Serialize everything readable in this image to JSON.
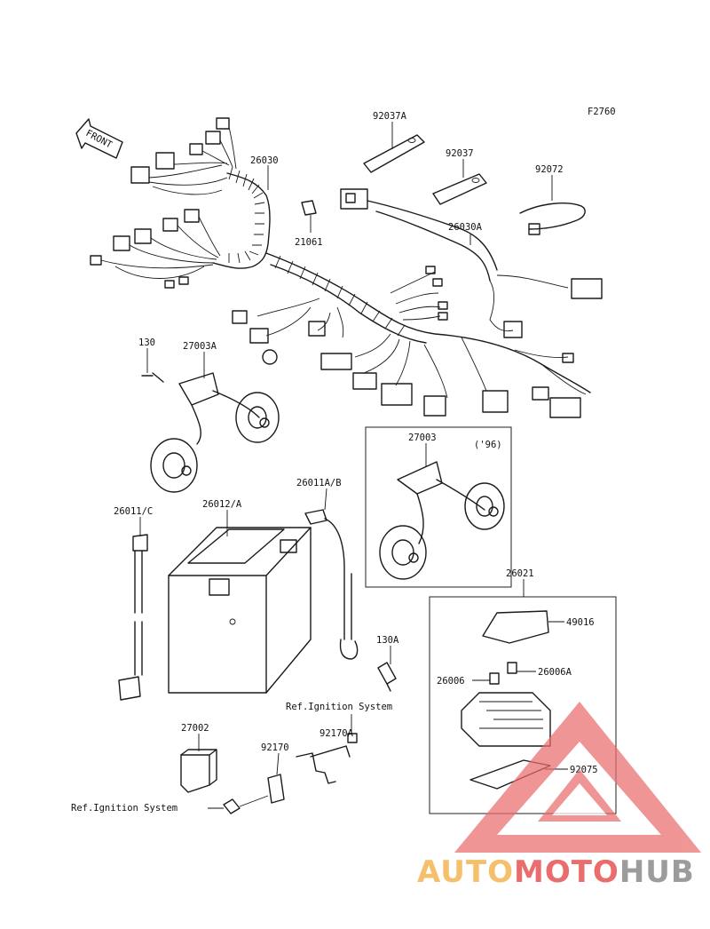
{
  "figure_code": "F2760",
  "front_label": "FRONT",
  "callouts": {
    "p92037A": "92037A",
    "p92037": "92037",
    "p92072": "92072",
    "p26030": "26030",
    "p26030A": "26030A",
    "p21061": "21061",
    "p130": "130",
    "p27003A": "27003A",
    "p27003": "27003",
    "p96": "('96)",
    "p26011AB": "26011A/B",
    "p26011C": "26011/C",
    "p26012A": "26012/A",
    "p26021": "26021",
    "p49016": "49016",
    "p26006": "26006",
    "p26006A": "26006A",
    "p130A": "130A",
    "p27002": "27002",
    "p92170A": "92170A",
    "p92170": "92170",
    "p92075": "92075",
    "ref_ignition_1": "Ref.Ignition System",
    "ref_ignition_2": "Ref.Ignition System"
  },
  "watermark": {
    "part1": "AUTO",
    "part2": "MOTO",
    "part3": "HUB",
    "colors": {
      "yellow": "#f4c06b",
      "red": "#e96d6d",
      "gray": "#9c9c9c"
    }
  }
}
